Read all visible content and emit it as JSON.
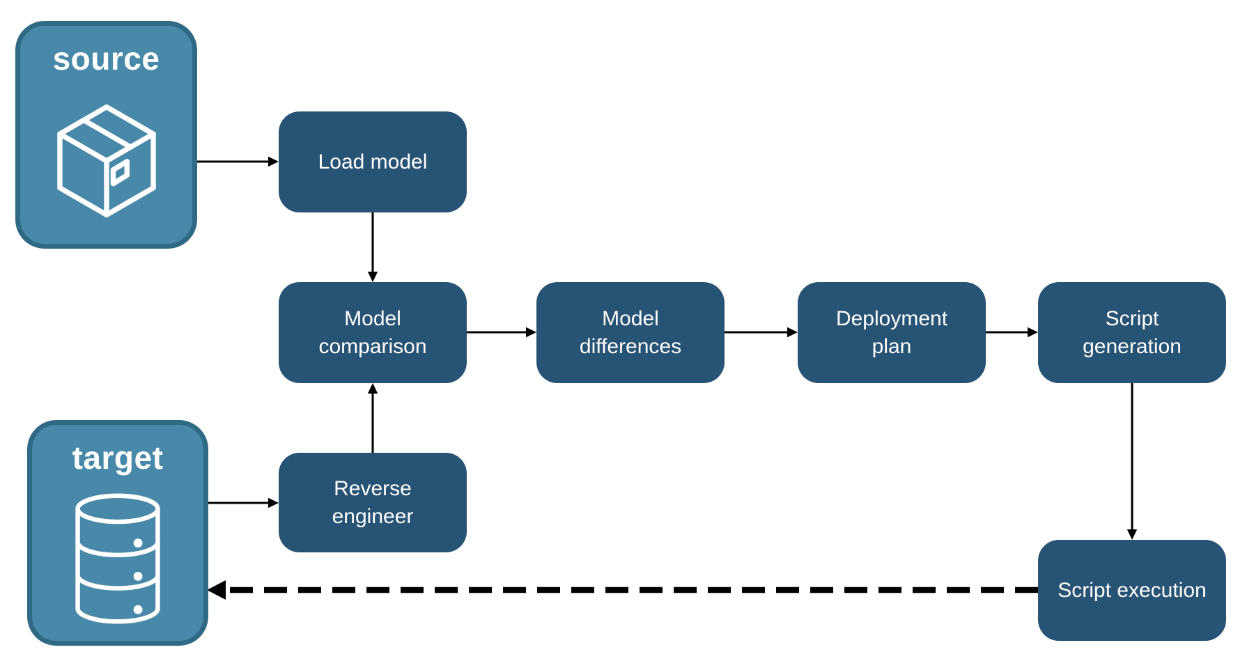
{
  "diagram": {
    "type": "flowchart",
    "background_color": "#ffffff",
    "colors": {
      "node_fill": "#275374",
      "node_text": "#ffffff",
      "container_fill": "#4889A9",
      "container_border": "#2F6A84",
      "container_text": "#ffffff",
      "arrow": "#000000"
    },
    "containers": {
      "source": {
        "label": "source",
        "icon": "package-icon"
      },
      "target": {
        "label": "target",
        "icon": "database-icon"
      }
    },
    "nodes": {
      "load_model": {
        "label": "Load model"
      },
      "model_comparison": {
        "label": "Model comparison"
      },
      "model_differences": {
        "label": "Model differences"
      },
      "deployment_plan": {
        "label": "Deployment plan"
      },
      "script_generation": {
        "label": "Script generation"
      },
      "reverse_engineer": {
        "label": "Reverse engineer"
      },
      "script_execution": {
        "label": "Script execution"
      }
    },
    "edges": [
      {
        "from": "source",
        "to": "load_model",
        "style": "solid"
      },
      {
        "from": "load_model",
        "to": "model_comparison",
        "style": "solid"
      },
      {
        "from": "model_comparison",
        "to": "model_differences",
        "style": "solid"
      },
      {
        "from": "model_differences",
        "to": "deployment_plan",
        "style": "solid"
      },
      {
        "from": "deployment_plan",
        "to": "script_generation",
        "style": "solid"
      },
      {
        "from": "script_generation",
        "to": "script_execution",
        "style": "solid"
      },
      {
        "from": "target",
        "to": "reverse_engineer",
        "style": "solid"
      },
      {
        "from": "reverse_engineer",
        "to": "model_comparison",
        "style": "solid"
      },
      {
        "from": "script_execution",
        "to": "target",
        "style": "dashed"
      }
    ]
  }
}
